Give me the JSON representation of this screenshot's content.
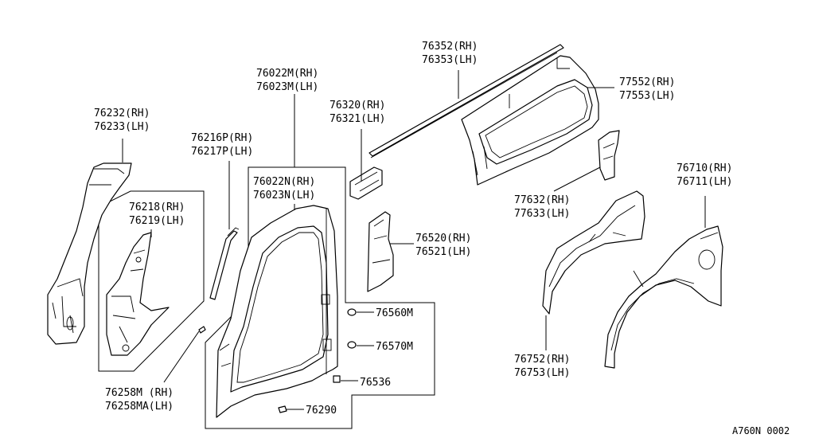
{
  "labels": {
    "p76352": "76352(RH)",
    "p76353": "76353(LH)",
    "p77552": "77552(RH)",
    "p77553": "77553(LH)",
    "p76022m": "76022M(RH)",
    "p76023m": "76023M(LH)",
    "p76320": "76320(RH)",
    "p76321": "76321(LH)",
    "p76232": "76232(RH)",
    "p76233": "76233(LH)",
    "p76216p": "76216P(RH)",
    "p76217p": "76217P(LH)",
    "p76022n": "76022N(RH)",
    "p76023n": "76023N(LH)",
    "p76218": "76218(RH)",
    "p76219": "76219(LH)",
    "p77632": "77632(RH)",
    "p77633": "77633(LH)",
    "p76710": "76710(RH)",
    "p76711": "76711(LH)",
    "p76520": "76520(RH)",
    "p76521": "76521(LH)",
    "p76560m": "76560M",
    "p76570m": "76570M",
    "p76536": "76536",
    "p76258m": "76258M (RH)",
    "p76258ma": "76258MA(LH)",
    "p76290": "76290",
    "p76752": "76752(RH)",
    "p76753": "76753(LH)"
  },
  "diagram_code": "A760N 0002"
}
